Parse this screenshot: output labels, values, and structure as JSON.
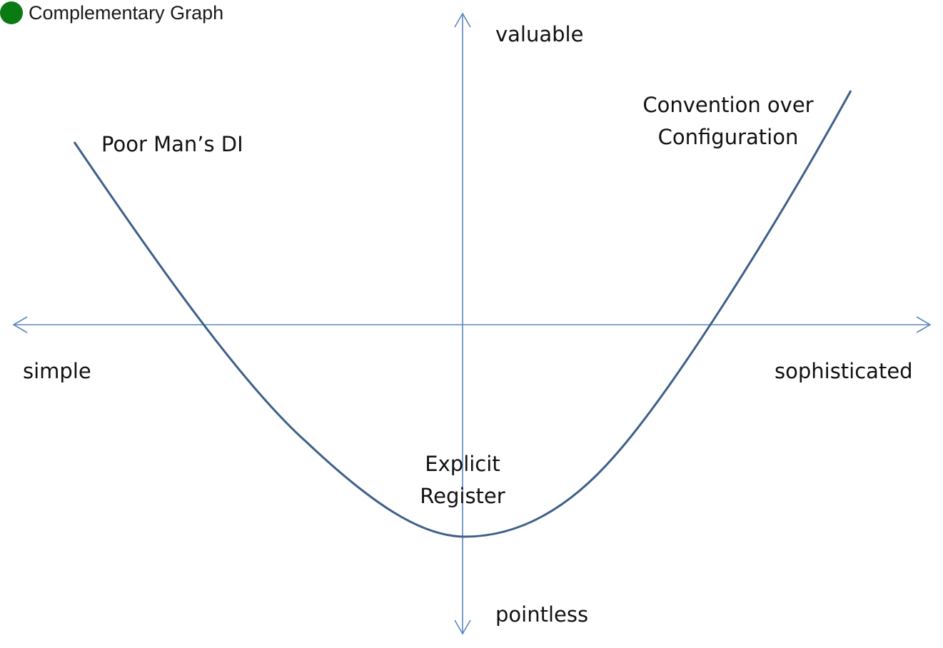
{
  "legend": {
    "label": "Complementary Graph",
    "dot_color": "#0a7a12"
  },
  "colors": {
    "axis": "#5b86c0",
    "curve": "#3e5f8a"
  },
  "axes": {
    "y_top": "valuable",
    "y_bottom": "pointless",
    "x_left": "simple",
    "x_right": "sophisticated"
  },
  "annotations": {
    "poor_mans_di": "Poor Man’s DI",
    "convention_line1": "Convention over",
    "convention_line2": "Configuration",
    "explicit_line1": "Explicit",
    "explicit_line2": "Register"
  }
}
